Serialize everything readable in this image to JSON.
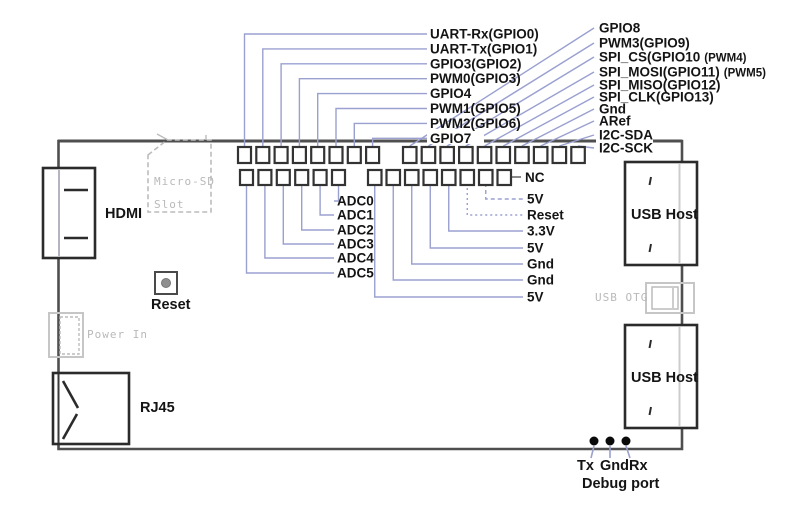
{
  "pins": {
    "left_top": {
      "labels": [
        "UART-Rx(GPIO0)",
        "UART-Tx(GPIO1)",
        "GPIO3(GPIO2)",
        "PWM0(GPIO3)",
        "GPIO4",
        "PWM1(GPIO5)",
        "PWM2(GPIO6)",
        "GPIO7"
      ]
    },
    "right_top": {
      "labels": [
        {
          "t": "GPIO8"
        },
        {
          "t": "PWM3(GPIO9)"
        },
        {
          "t": "SPI_CS(GPIO10",
          "s": "(PWM4)"
        },
        {
          "t": "SPI_MOSI(GPIO11)",
          "s": "(PWM5)"
        },
        {
          "t": "SPI_MISO(GPIO12)"
        },
        {
          "t": "SPI_CLK(GPIO13)"
        },
        {
          "t": "Gnd"
        },
        {
          "t": "ARef"
        },
        {
          "t": "I2C-SDA"
        },
        {
          "t": "I2C-SCK"
        }
      ]
    },
    "left_bottom": {
      "labels": [
        "ADC0",
        "ADC1",
        "ADC2",
        "ADC3",
        "ADC4",
        "ADC5"
      ]
    },
    "right_bottom": {
      "labels": [
        "NC",
        "5V",
        "Reset",
        "3.3V",
        "5V",
        "Gnd",
        "Gnd",
        "5V"
      ]
    }
  },
  "components": {
    "hdmi": {
      "label": "HDMI"
    },
    "microsd": {
      "line1": "Micro-SD",
      "line2": "Slot"
    },
    "reset_button": {
      "label": "Reset"
    },
    "power_in": {
      "label": "Power In"
    },
    "rj45": {
      "label": "RJ45"
    },
    "usb_host_top": {
      "label": "USB Host"
    },
    "usb_otg": {
      "label": "USB OTG"
    },
    "usb_host_bottom": {
      "label": "USB Host"
    },
    "debug_port": {
      "pin_labels": [
        "Tx",
        "Gnd",
        "Rx"
      ],
      "label": "Debug port"
    }
  },
  "colors": {
    "leader": "#9aa0d0",
    "edge": "#4f4f4f",
    "component": "#2b2b2b",
    "muted": "#bcbcbc",
    "text": "#141414"
  }
}
